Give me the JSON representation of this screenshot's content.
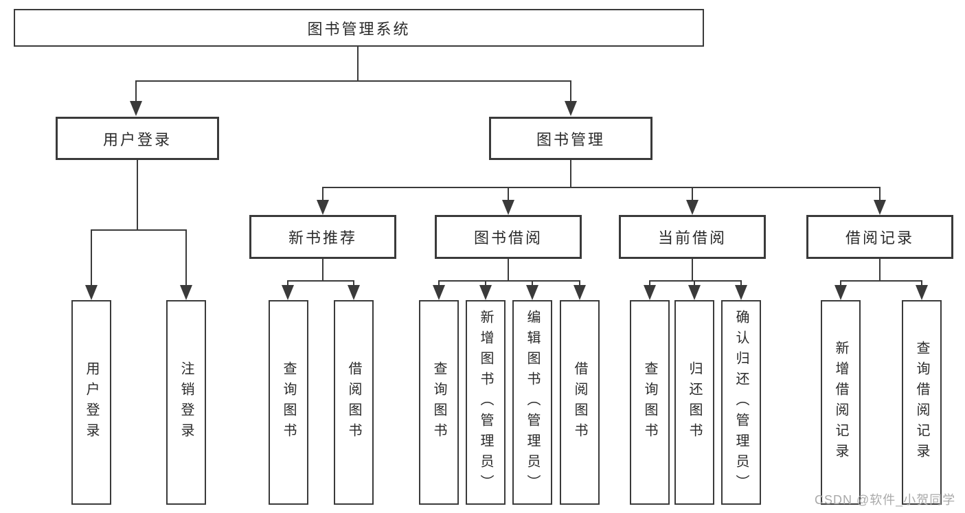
{
  "diagram": {
    "type": "hierarchy-tree",
    "colors": {
      "line": "#3a3a3a",
      "text": "#2a2a2a",
      "background": "#ffffff",
      "watermark": "#a9a9a9"
    }
  },
  "tree": {
    "label": "图书管理系统",
    "children": [
      {
        "label": "用户登录",
        "children": [
          {
            "label": "用户登录"
          },
          {
            "label": "注销登录"
          }
        ]
      },
      {
        "label": "图书管理",
        "children": [
          {
            "label": "新书推荐",
            "children": [
              {
                "label": "查询图书"
              },
              {
                "label": "借阅图书"
              }
            ]
          },
          {
            "label": "图书借阅",
            "children": [
              {
                "label": "查询图书"
              },
              {
                "label": "新增图书（管理员）"
              },
              {
                "label": "编辑图书（管理员）"
              },
              {
                "label": "借阅图书"
              }
            ]
          },
          {
            "label": "当前借阅",
            "children": [
              {
                "label": "查询图书"
              },
              {
                "label": "归还图书"
              },
              {
                "label": "确认归还（管理员）"
              }
            ]
          },
          {
            "label": "借阅记录",
            "children": [
              {
                "label": "新增借阅记录"
              },
              {
                "label": "查询借阅记录"
              }
            ]
          }
        ]
      }
    ]
  },
  "watermark": {
    "text": "CSDN @软件_小贺同学"
  }
}
